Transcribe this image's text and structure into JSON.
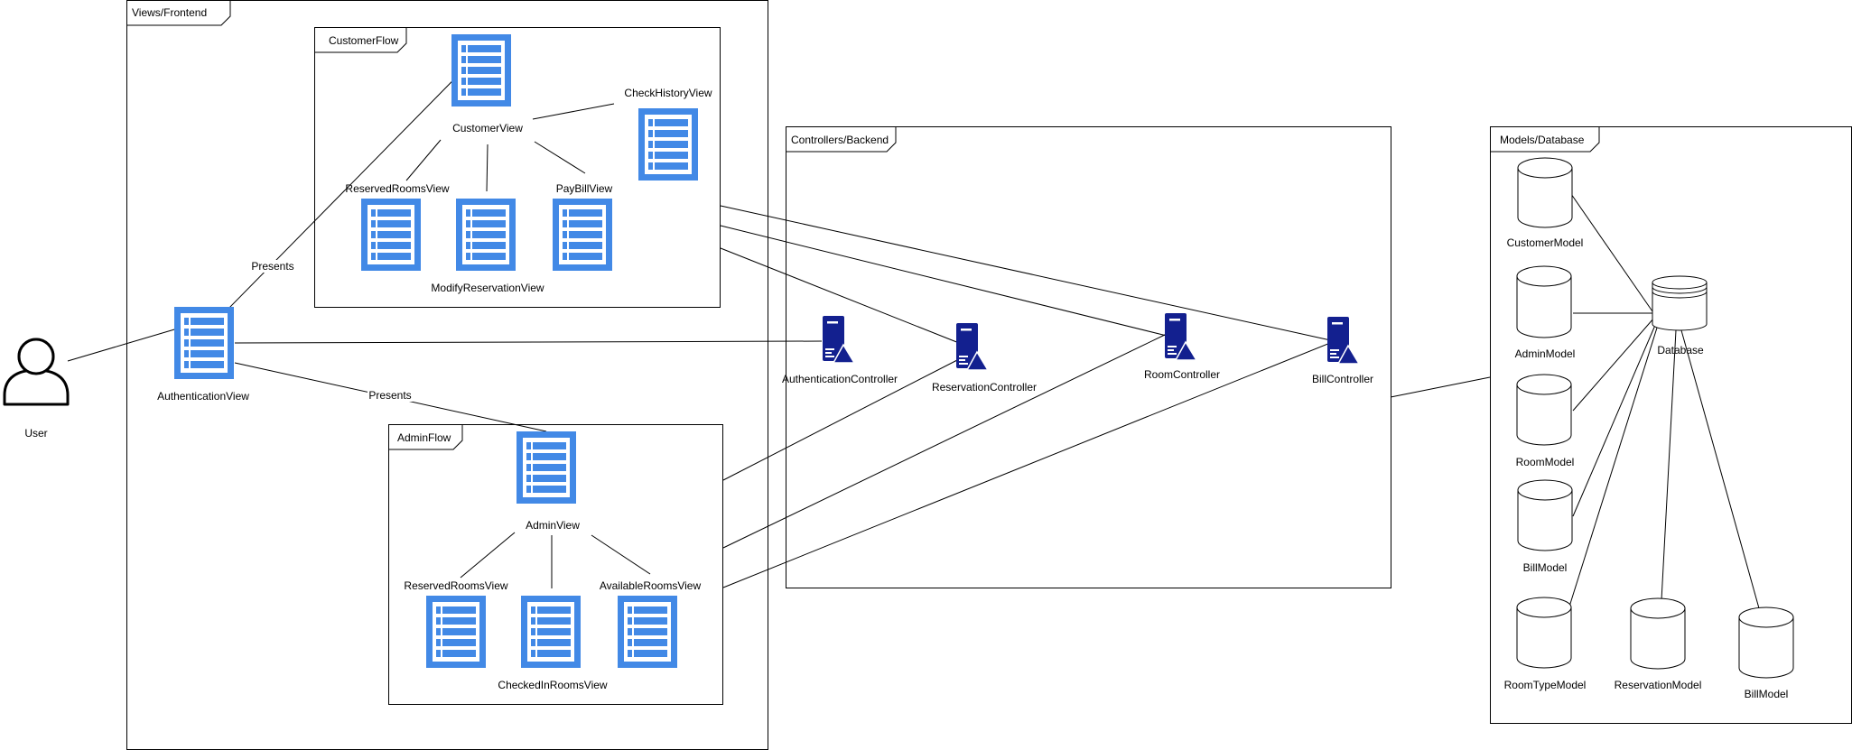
{
  "frames": {
    "views": "Views/Frontend",
    "customer_flow": "CustomerFlow",
    "admin_flow": "AdminFlow",
    "controllers": "Controllers/Backend",
    "models": "Models/Database"
  },
  "actor": {
    "label": "User"
  },
  "views": {
    "authentication": "AuthenticationView",
    "customer": "CustomerView",
    "check_history": "CheckHistoryView",
    "customer_reserved_rooms": "ReservedRoomsView",
    "pay_bill": "PayBillView",
    "modify_reservation": "ModifyReservationView",
    "admin": "AdminView",
    "admin_reserved_rooms": "ReservedRoomsView",
    "available_rooms": "AvailableRoomsView",
    "checked_in_rooms": "CheckedInRoomsView"
  },
  "edge_labels": {
    "presents_customer": "Presents",
    "presents_admin": "Presents"
  },
  "controllers": {
    "authentication": "AuthenticationController",
    "reservation": "ReservationController",
    "room": "RoomController",
    "bill": "BillController"
  },
  "models": {
    "customer": "CustomerModel",
    "admin": "AdminModel",
    "room": "RoomModel",
    "bill": "BillModel",
    "room_type": "RoomTypeModel",
    "reservation": "ReservationModel",
    "bill_2": "BillModel",
    "database": "Database"
  },
  "colors": {
    "view_icon": "#4289e6",
    "controller_icon": "#13208f",
    "line": "#000000"
  },
  "icons": {
    "actor": "user-icon",
    "view": "list-view-icon",
    "controller": "server-icon",
    "model": "cylinder-icon",
    "database": "database-icon"
  }
}
